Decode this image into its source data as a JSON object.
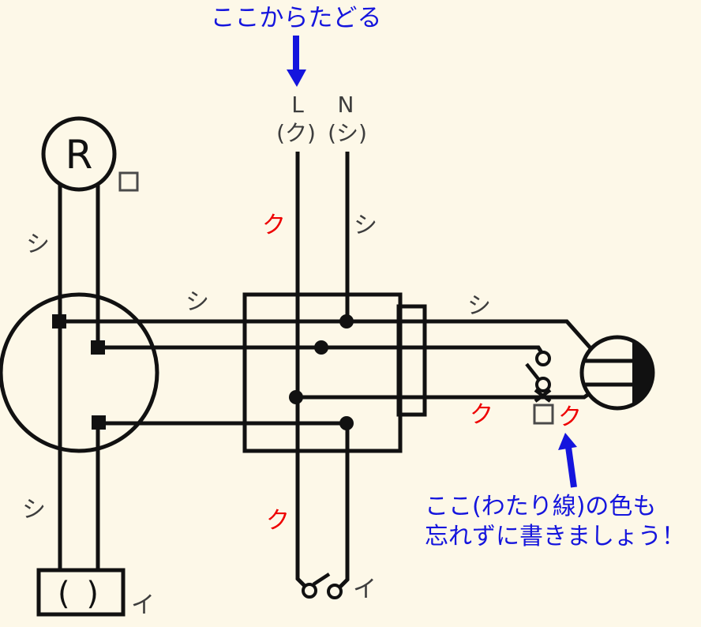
{
  "colors": {
    "bg": "#FDF8E8",
    "wire": "#111111",
    "label_dark": "#3d3d3d",
    "label_red": "#ee0000",
    "note_blue": "#1515dd",
    "square_gray": "#4a4a4a"
  },
  "annotations": {
    "trace_note": "ここからたどる",
    "jumper_note_line1": "ここ(わたり線)の色も",
    "jumper_note_line2": "忘れずに書きましょう！"
  },
  "source": {
    "l": "L",
    "n": "N",
    "l_color": "(ク)",
    "n_color": "(シ)"
  },
  "wire_labels": {
    "source_line": "ク",
    "source_neutral": "シ",
    "receptacle_top": "シ",
    "joint_to_box": "シ",
    "box_to_lamp": "シ",
    "switch_ro_feed": "ク",
    "switch_ro_jumper": "ク",
    "switch_i_drop": "ク",
    "lamp_i_down": "シ"
  },
  "devices": {
    "receptacle": {
      "symbol": "R",
      "switch_label": "ロ"
    },
    "switch_ro": {
      "label": "ロ"
    },
    "switch_i": {
      "label": "イ"
    },
    "fluorescent": {
      "symbol": "( )",
      "label": "イ"
    }
  }
}
